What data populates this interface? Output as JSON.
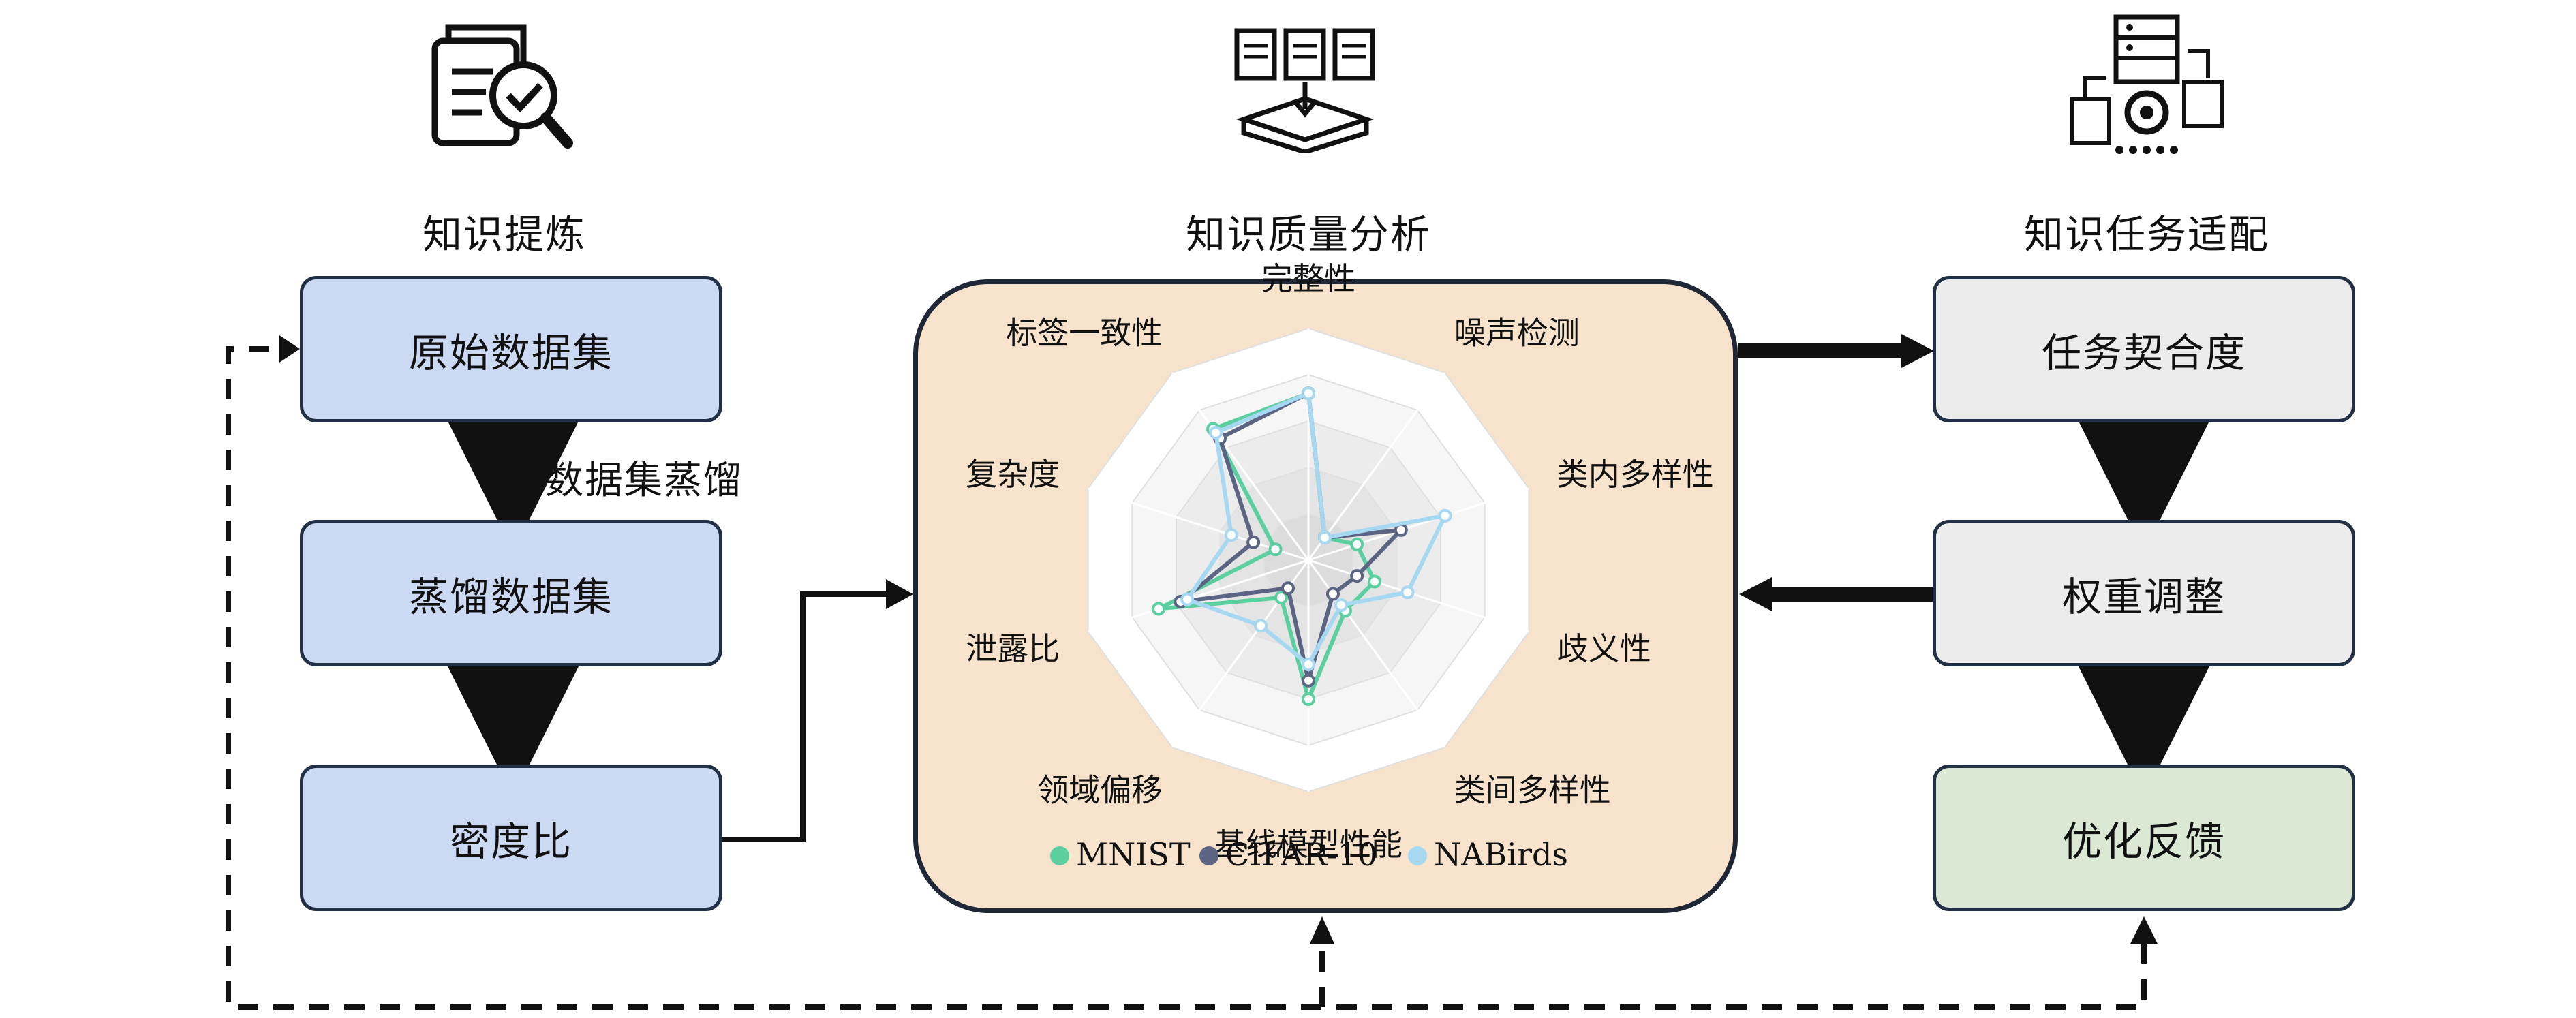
{
  "columns": {
    "left_title": "知识提炼",
    "middle_title": "知识质量分析",
    "right_title": "知识任务适配"
  },
  "left_flow": {
    "box1": "原始数据集",
    "box2": "蒸馏数据集",
    "box3": "密度比",
    "arrow_label": "数据集蒸馏"
  },
  "right_flow": {
    "box1": "任务契合度",
    "box2": "权重调整",
    "box3": "优化反馈"
  },
  "icons": {
    "left": "document-search-check-icon",
    "middle": "documents-into-box-icon",
    "right": "server-gear-process-icon"
  },
  "colors": {
    "left_boxes": "#cbd9f2",
    "right_boxes": "#ececec",
    "feedback_box": "#dbe8d4",
    "radar_panel": "#f7e3cb",
    "mnist": "#5ccfa0",
    "cifar10": "#5c6484",
    "nabirds": "#a6d8f2"
  },
  "chart_data": {
    "type": "radar",
    "axes": [
      "完整性",
      "噪声检测",
      "类内多样性",
      "歧义性",
      "类间多样性",
      "基线模型性能",
      "领域偏移",
      "泄露比",
      "复杂度",
      "标签一致性"
    ],
    "range": [
      0,
      1
    ],
    "series": [
      {
        "name": "MNIST",
        "values": [
          0.72,
          0.12,
          0.22,
          0.3,
          0.27,
          0.6,
          0.2,
          0.68,
          0.15,
          0.7
        ]
      },
      {
        "name": "CIFAR-10",
        "values": [
          0.72,
          0.12,
          0.42,
          0.22,
          0.18,
          0.52,
          0.15,
          0.58,
          0.25,
          0.65
        ]
      },
      {
        "name": "NABirds",
        "values": [
          0.72,
          0.12,
          0.62,
          0.45,
          0.24,
          0.45,
          0.35,
          0.55,
          0.35,
          0.68
        ]
      }
    ],
    "legend_position": "bottom"
  }
}
